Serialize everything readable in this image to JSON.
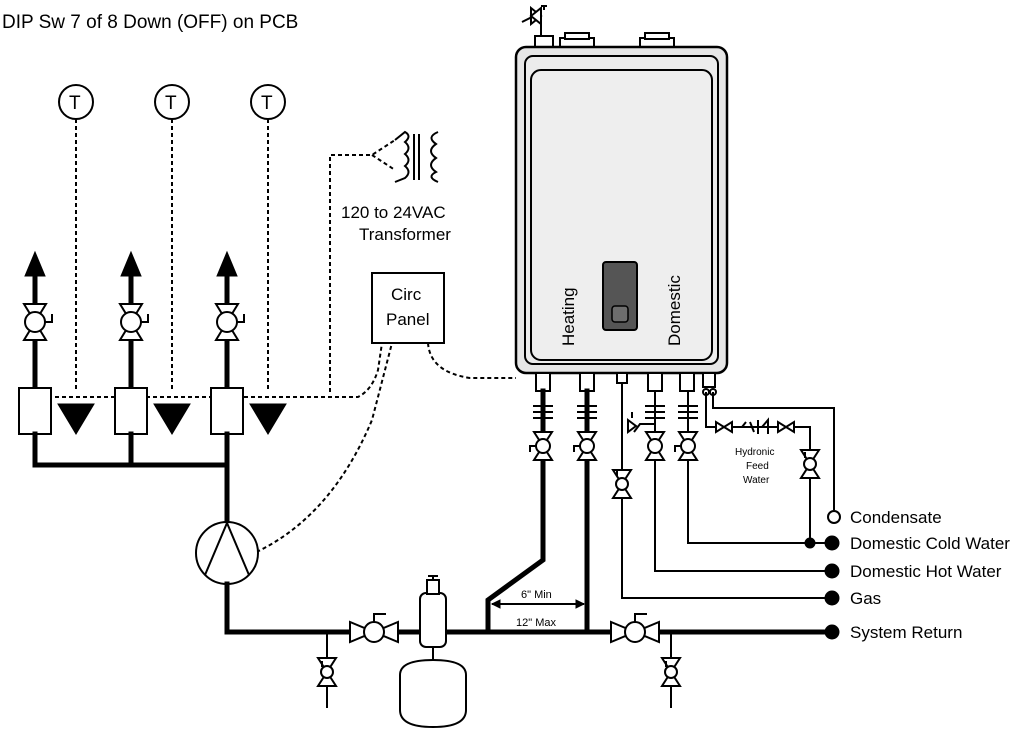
{
  "title_note": "DIP Sw 7 of 8 Down (OFF) on PCB",
  "thermostat_symbol": "T",
  "transformer_label_line1": "120 to 24VAC",
  "transformer_label_line2": "Transformer",
  "circ_panel_line1": "Circ",
  "circ_panel_line2": "Panel",
  "boiler_left_label": "Heating",
  "boiler_right_label": "Domestic",
  "hydronic_feed_line1": "Hydronic",
  "hydronic_feed_line2": "Feed",
  "hydronic_feed_line3": "Water",
  "min_spacing_label": "6\" Min",
  "max_spacing_label": "12\" Max",
  "connections": {
    "condensate": "Condensate",
    "domestic_cold": "Domestic Cold Water",
    "domestic_hot": "Domestic Hot Water",
    "gas": "Gas",
    "system_return": "System Return"
  },
  "colors": {
    "line": "#000000",
    "boiler_fill": "#e6e6e6",
    "display_fill": "#555555"
  }
}
